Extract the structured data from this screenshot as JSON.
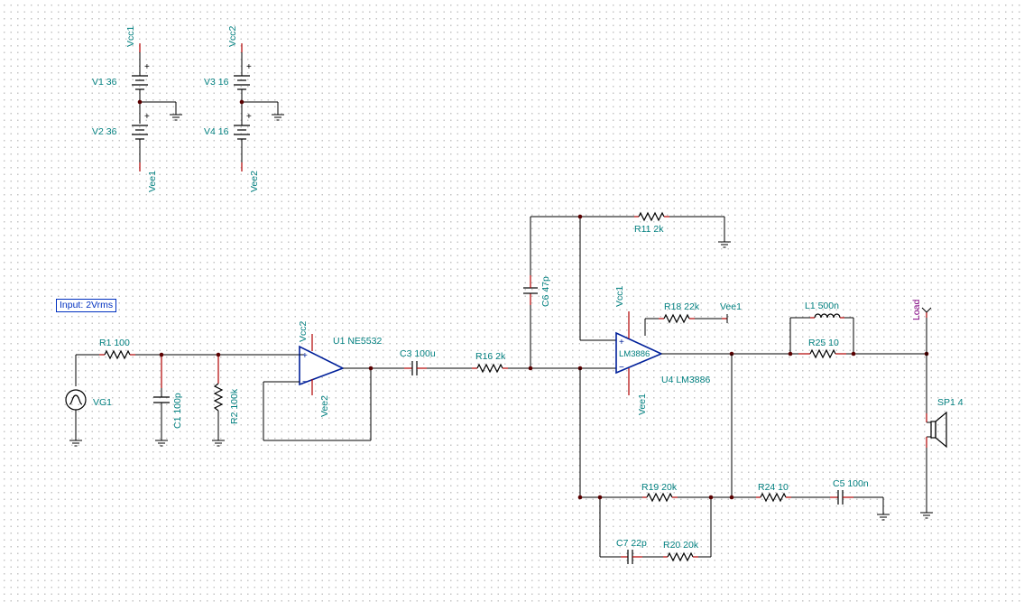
{
  "note": "Input: 2Vrms",
  "labels": {
    "vcc1_top": "Vcc1",
    "v1": "V1 36",
    "v2": "V2 36",
    "vee1_left": "Vee1",
    "vcc2_top": "Vcc2",
    "v3": "V3 16",
    "v4": "V4 16",
    "vee2_top": "Vee2",
    "r1": "R1 100",
    "vg1": "VG1",
    "c1": "C1 100p",
    "r2": "R2 100k",
    "vcc2_u1": "Vcc2",
    "vee2_u1": "Vee2",
    "u1": "U1 NE5532",
    "c3": "C3 100u",
    "r16": "R16 2k",
    "c6": "C6 47p",
    "r11": "R11 2k",
    "vcc1_u4": "Vcc1",
    "r18": "R18 22k",
    "vee1_r18": "Vee1",
    "u4_body": "LM3886",
    "u4": "U4 LM3886",
    "vee1_u4": "Vee1",
    "l1": "L1 500n",
    "r25": "R25 10",
    "load": "Load",
    "sp1": "SP1 4",
    "r19": "R19 20k",
    "r24": "R24 10",
    "c5": "C5 100n",
    "c7": "C7 22p",
    "r20": "R20 20k"
  }
}
